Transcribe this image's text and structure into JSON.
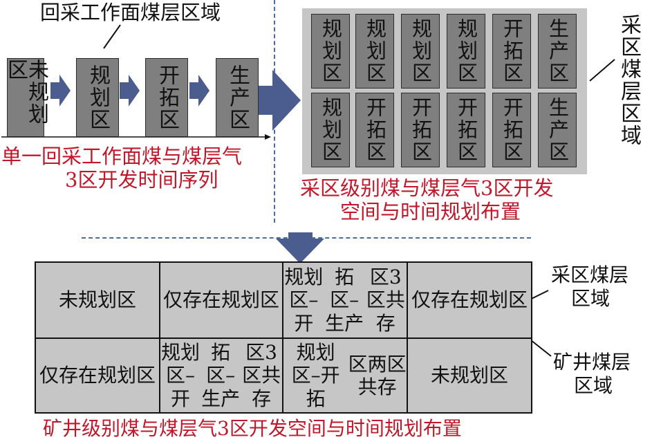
{
  "top_left": {
    "region_label": "回采工作面煤层区域",
    "stages": [
      "未规划区",
      "规划区",
      "开拓区",
      "生产区"
    ],
    "caption_line1": "单一回采工作面煤与煤层气",
    "caption_line2": "3区开发时间序列"
  },
  "top_right": {
    "row1": [
      "规划区",
      "规划区",
      "规划区",
      "规划区",
      "开拓区",
      "生产区"
    ],
    "row2": [
      "规划区",
      "开拓区",
      "开拓区",
      "开拓区",
      "开拓区",
      "生产区"
    ],
    "side_label": "采区煤层区域",
    "caption_line1": "采区级别煤与煤层气3区开发",
    "caption_line2": "空间与时间规划布置"
  },
  "bottom": {
    "row1": [
      [
        "未规划区"
      ],
      [
        "仅存在",
        "规划区"
      ],
      [
        "规划区–开",
        "拓区–生产",
        "区3区共存"
      ],
      [
        "仅存在",
        "规划区"
      ]
    ],
    "row2": [
      [
        "仅存在",
        "规划区"
      ],
      [
        "规划区–开",
        "拓区–生产",
        "区3区共存"
      ],
      [
        "规划区–开拓",
        "区两区共存"
      ],
      [
        "未规划区"
      ]
    ],
    "label_upper_line1": "采区煤层",
    "label_upper_line2": "区域",
    "label_lower_line1": "矿井煤层",
    "label_lower_line2": "区域",
    "caption": "矿井级别煤与煤层气3区开发空间与时间规划布置"
  },
  "colors": {
    "box_fill": "#7f7f7f",
    "panel_fill": "#c6c6c6",
    "arrow": "#4a5d8e",
    "caption_red": "#c0182a",
    "dash_blue": "#4a6d9c"
  }
}
